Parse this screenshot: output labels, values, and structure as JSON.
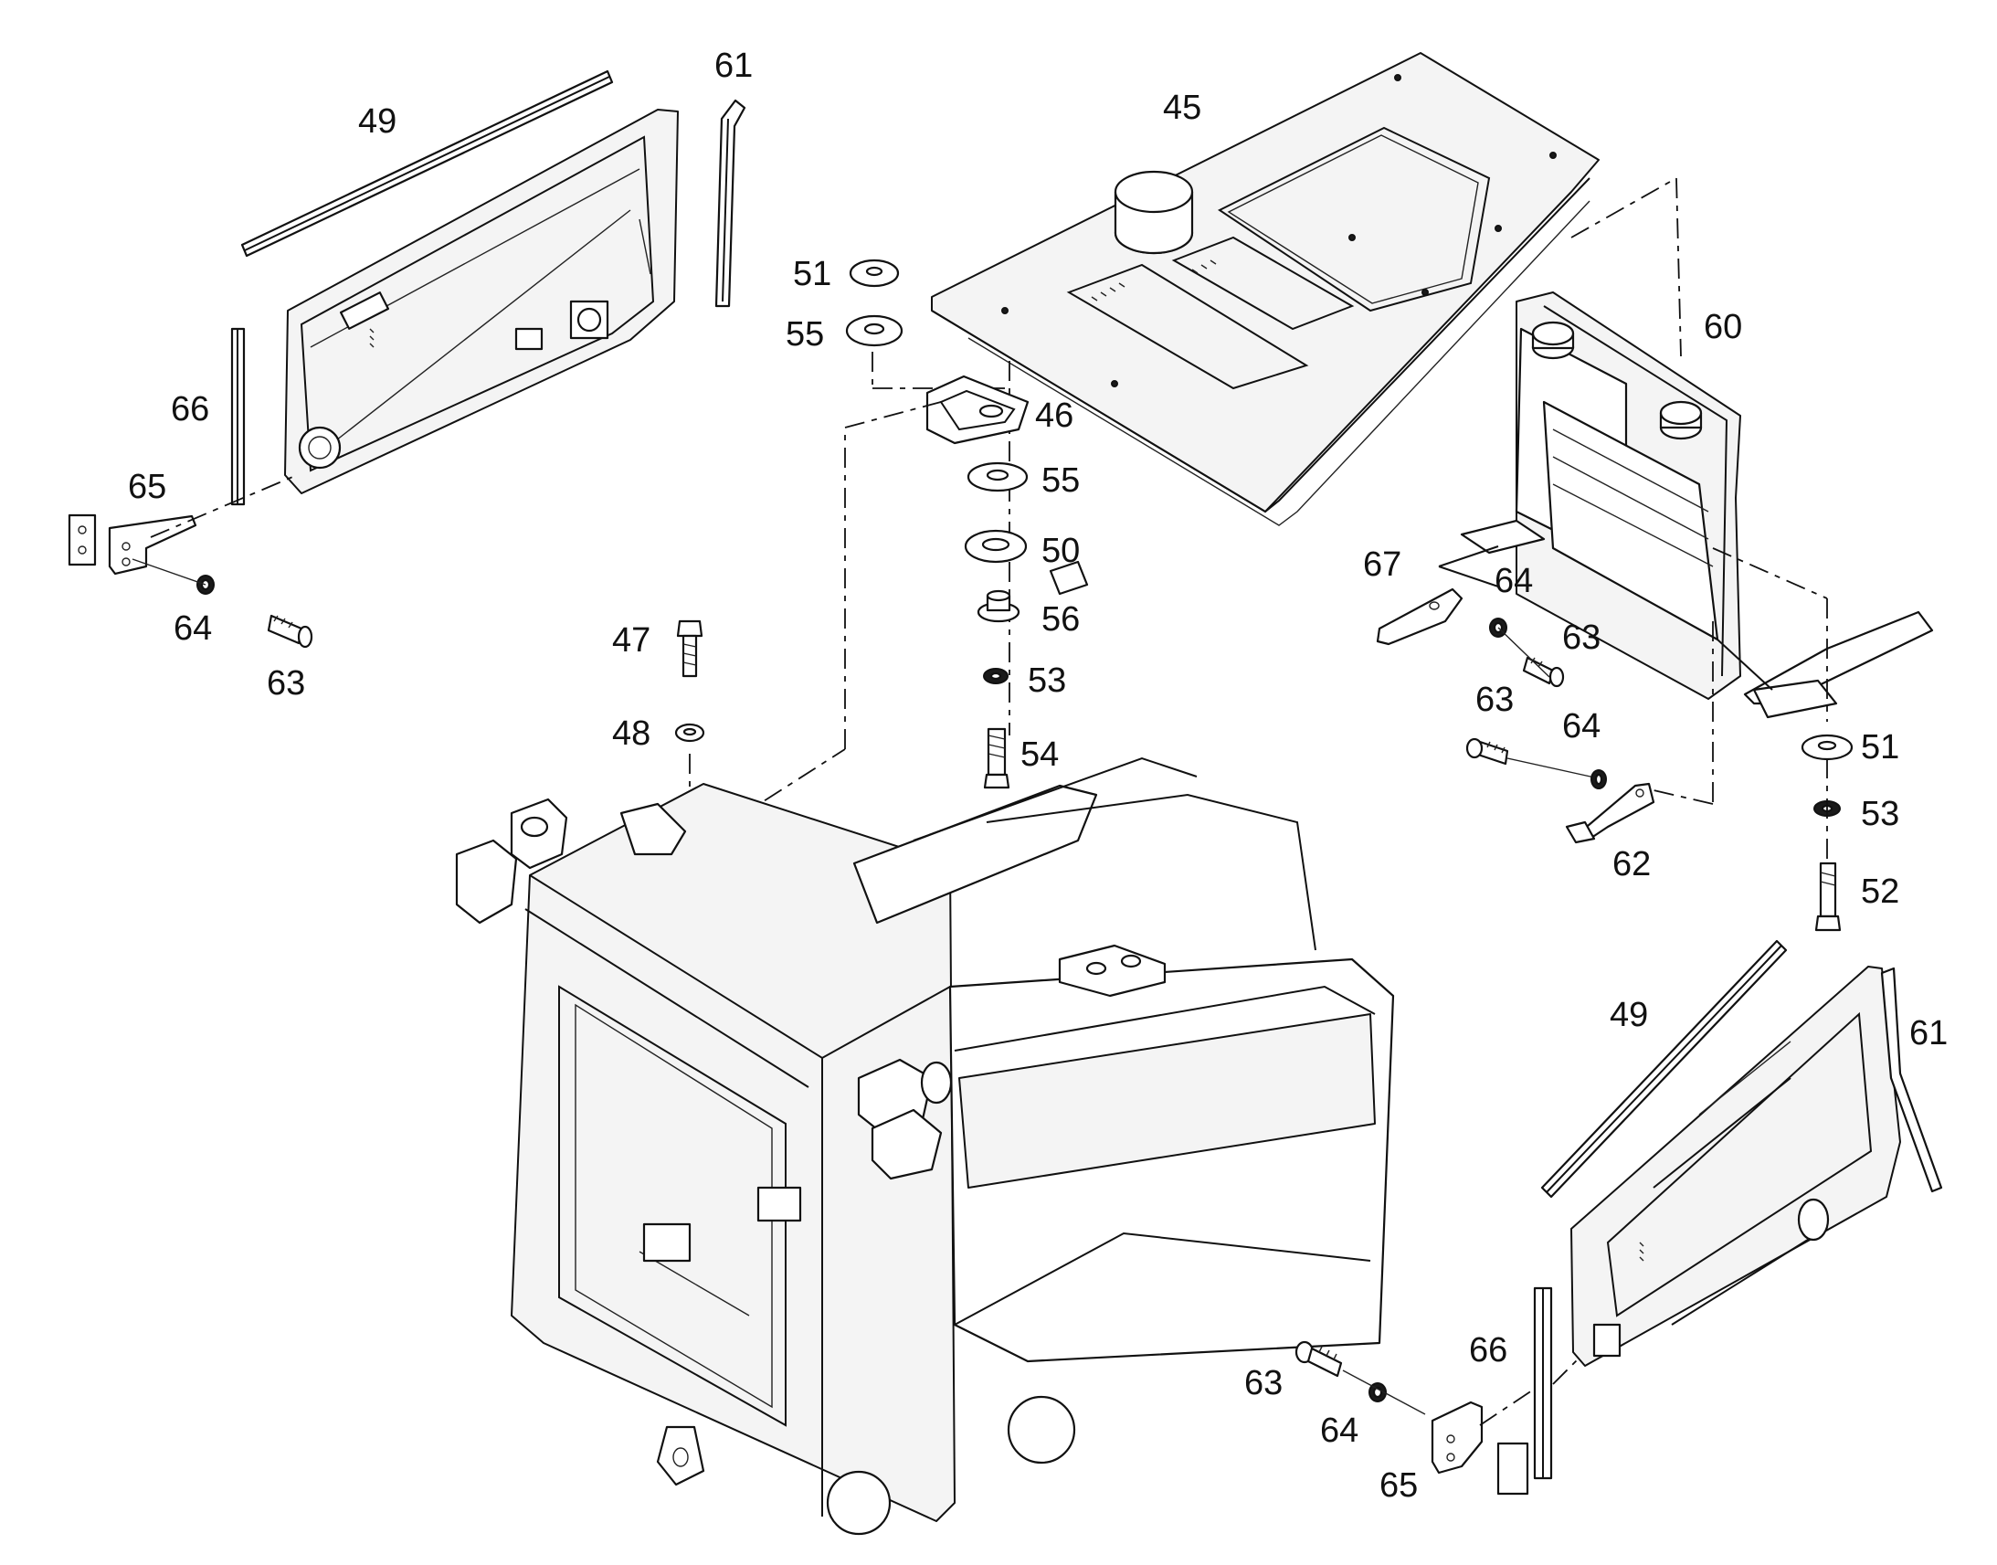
{
  "callouts": {
    "c45": "45",
    "c46": "46",
    "c47": "47",
    "c48": "48",
    "c49_top": "49",
    "c49_bottom": "49",
    "c50": "50",
    "c51_top": "51",
    "c51_right": "51",
    "c52": "52",
    "c53_mid": "53",
    "c53_right": "53",
    "c54": "54",
    "c55_top": "55",
    "c55_mid": "55",
    "c56": "56",
    "c60": "60",
    "c61_top": "61",
    "c61_bottom": "61",
    "c62": "62",
    "c63_left": "63",
    "c63_right_a": "63",
    "c63_right_b": "63",
    "c63_bottom": "63",
    "c64_left": "64",
    "c64_right_a": "64",
    "c64_right_b": "64",
    "c64_bottom": "64",
    "c65_left": "65",
    "c65_bottom": "65",
    "c66_left": "66",
    "c66_bottom": "66",
    "c67": "67"
  },
  "colors": {
    "ink": "#111111",
    "paper": "#ffffff"
  }
}
